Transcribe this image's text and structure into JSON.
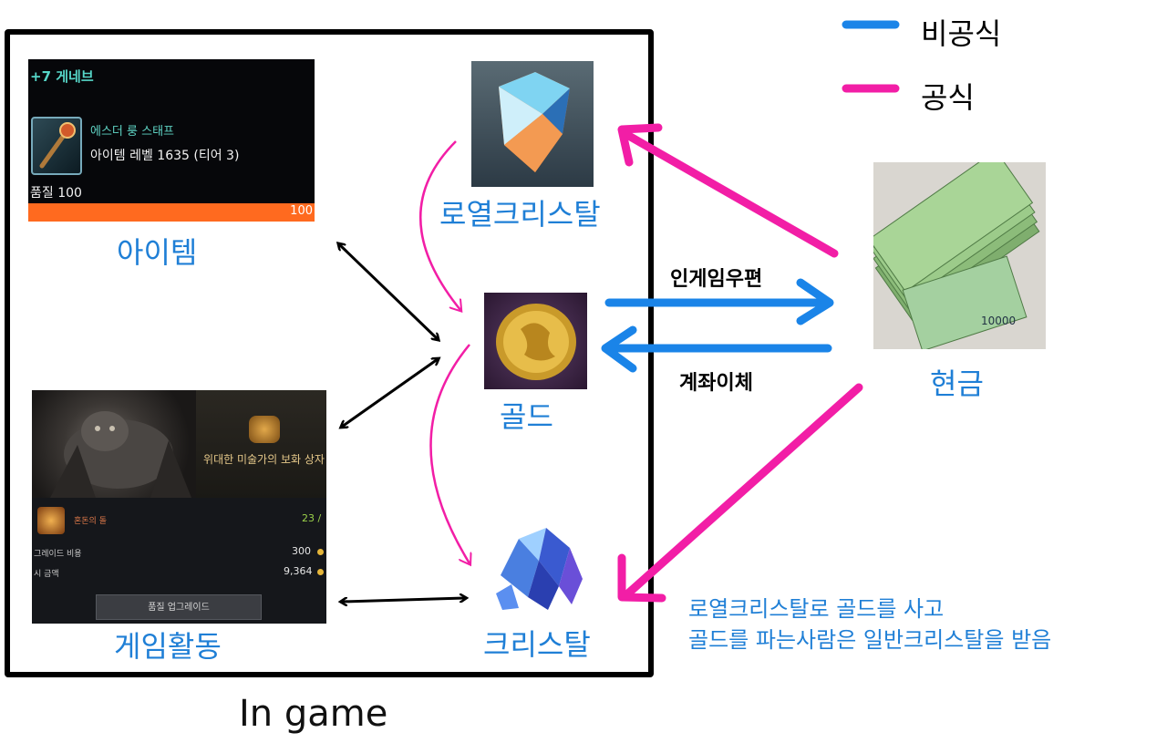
{
  "legend": {
    "unofficial_label": "비공식",
    "official_label": "공식",
    "unofficial_color": "#1a84e8",
    "official_color": "#f21ea6"
  },
  "in_game_label": "In game",
  "item_card": {
    "title": "+7 게네브",
    "item_name": "에스더 룽 스태프",
    "item_level": "아이템 레벨 1635 (티어 3)",
    "quality_label": "품질 100",
    "quality_value": "100",
    "quality_fraction": 1.0
  },
  "game_card": {
    "chest_name": "위대한 미술가의 보화 상자",
    "material_name": "혼돈의 돌",
    "material_count": "23 /",
    "cost_label": "그레이드 비용",
    "cost_value": "300",
    "hold_label": "시 금액",
    "hold_value": "9,364",
    "upgrade_button": "품질 업그레이드"
  },
  "nodes": {
    "item": "아이템",
    "game_activity": "게임활동",
    "royal_crystal": "로열크리스탈",
    "gold": "골드",
    "crystal": "크리스탈",
    "cash": "현금"
  },
  "edge_labels": {
    "in_game_mail": "인게임우편",
    "bank_transfer": "계좌이체"
  },
  "cash_bill_text": "10000",
  "note": {
    "line1": "로열크리스탈로 골드를 사고",
    "line2": "골드를 파는사람은 일반크리스탈을 받음"
  }
}
